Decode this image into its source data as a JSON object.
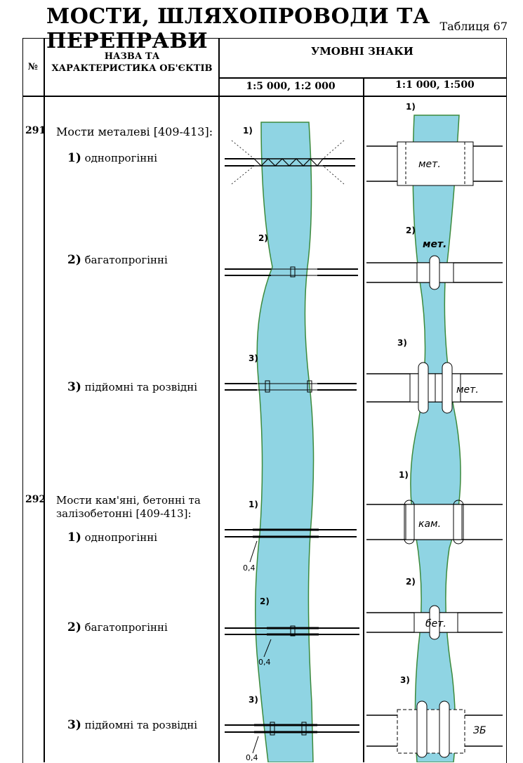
{
  "title": "МОСТИ, ШЛЯХОПРОВОДИ ТА ПЕРЕПРАВИ",
  "table_label": "Таблиця 67",
  "headers": {
    "num": "№",
    "name": "НАЗВА ТА ХАРАКТЕРИСТИКА ОБ'ЄКТІВ",
    "signs": "УМОВНІ ЗНАКИ",
    "scale_small": "1:5 000, 1:2 000",
    "scale_large": "1:1 000, 1:500"
  },
  "rows": [
    {
      "num": "291",
      "text": "Мости металеві [409-413]:",
      "items": [
        {
          "marker": "1)",
          "label": "однопрогінні"
        },
        {
          "marker": "2)",
          "label": "багатопрогінні"
        },
        {
          "marker": "3)",
          "label": "підйомні та розвідні"
        }
      ]
    },
    {
      "num": "292",
      "text_line1": "Мости кам'яні, бетонні та",
      "text_line2": "залізобетонні [409-413]:",
      "items": [
        {
          "marker": "1)",
          "label": "однопрогінні"
        },
        {
          "marker": "2)",
          "label": "багатопрогінні"
        },
        {
          "marker": "3)",
          "label": "підйомні та розвідні"
        }
      ]
    }
  ],
  "sign_labels": {
    "metal": "мет.",
    "stone": "кам.",
    "concrete": "бет.",
    "reinforced": "ЗБ",
    "dim": "0,4"
  },
  "colors": {
    "water": "#8fd4e3",
    "water_edge": "#3c8a3c",
    "ink": "#000000"
  }
}
